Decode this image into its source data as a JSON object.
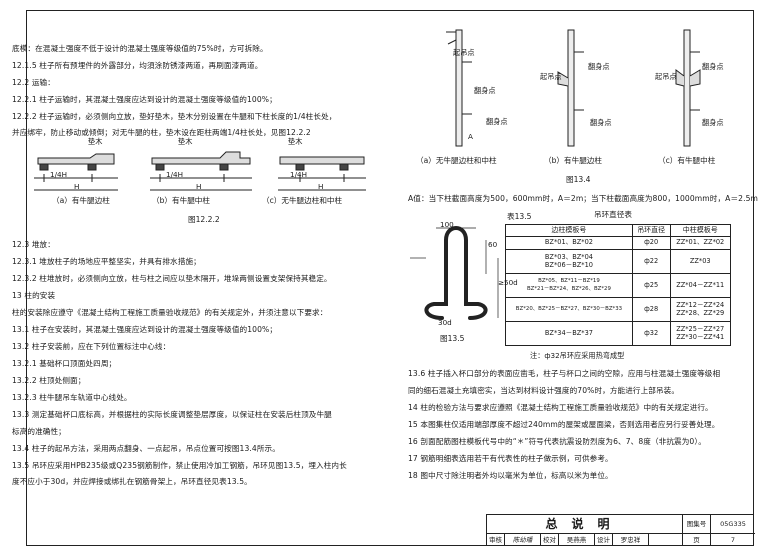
{
  "text_lines": {
    "l1": "底模：在混凝土强度不低于设计的混凝土强度等级值的75%时，方可拆除。",
    "l2": "12.1.5  柱子所有预埋件的外露部分，均須涂防锈漆两道，再刷面漆两道。",
    "l3": "12.2   运输：",
    "l4": "12.2.1  柱子运输时，其混凝土强度应达到设计的混凝土强度等级值的100%；",
    "l5": "12.2.2  柱子运输时，必须侧向立放，垫好垫木，垫木分别设置在牛腿和下柱长度的1/4柱长处，",
    "l6": "并应绑牢，防止移动或倾倒；对无牛腿的柱，垫木设在距柱两端1/4柱长处，见图12.2.2",
    "l7": "12.3   堆放：",
    "l8": "12.3.1  堆放柱子的场地应平整坚实，并具有排水措施；",
    "l9": "12.3.2  柱堆放时，必须侧向立放，柱与柱之间应以垫木隔开，堆垛两侧设置支架保持其稳定。",
    "l10": "13   柱的安装",
    "l11": "柱的安装除应遵守《混凝土结构工程施工质量验收规范》的有关规定外，并须注意以下要求：",
    "l12": "13.1  柱子在安装时，其混凝土强度应达到设计的混凝土强度等级值的100%；",
    "l13": "13.2  柱子安装前，应在下列位置标注中心线：",
    "l14": "13.2.1  基础杯口顶面处四周；",
    "l15": "13.2.2  柱顶处侧面；",
    "l16": "13.2.3  柱牛腿吊车轨道中心线处。",
    "l17": "13.3  测定基础杯口底标高，并根据柱的实际长度调整垫层厚度，以保证柱在安装后柱顶及牛腿",
    "l18": "标高的准确性；",
    "l19": "13.4  柱子的起吊方法，采用两点翻身、一点起吊，吊点位置可按图13.4所示。",
    "l20": "13.5  吊环应采用HPB235级或Q235钢筋制作，禁止使用冷加工钢筋，吊环见图13.5，埋入柱内长",
    "l21": "度不应小于30d，并应焊接或绑扎在钢筋骨架上，吊环直径见表13.5。",
    "r1": "A值：当下柱截面高度为500，600mm时，A＝2m；当下柱截面高度为800，1000mm时，A＝2.5m",
    "r2": "13.6  柱子插入杯口部分的表面应凿毛，柱子与杯口之间的空隙，应用与柱混凝土强度等级相",
    "r3": "同的细石混凝土充填密实，当达到材料设计强度的70%时，方能进行上部吊装。",
    "r4": "14   柱的检验方法与要求应遵照《混凝土结构工程施工质量验收规范》中的有关规定进行。",
    "r5": "15   本图集柱仅适用端部厚度不超过240mm的屋架或屋面梁，否则选用者应另行妥善处理。",
    "r6": "16   剖面配筋图柱模板代号中的“＊”符号代表抗震设防烈度为6、7、8度（非抗震为0）。",
    "r7": "17   钢筋明细表选用若干有代表性的柱子做示例，可供参考。",
    "r8": "18   图中尺寸除注明者外均以毫米为单位，标高以米为单位。"
  },
  "fig1222": {
    "caption": "图12.2.2",
    "pad_label": "垫木",
    "quarter": "1/4H",
    "length": "H",
    "sub_a": "（a）有牛腿边柱",
    "sub_b": "（b）有牛腿中柱",
    "sub_c": "（c）无牛腿边柱和中柱"
  },
  "fig134": {
    "caption": "图13.4",
    "lift": "起吊点",
    "turn": "翻身点",
    "dim": "A",
    "sub_a": "（a）无牛腿边柱和中柱",
    "sub_b": "（b）有牛腿边柱",
    "sub_c": "（c）有牛腿中柱"
  },
  "fig135": {
    "caption": "图13.5",
    "width": "100",
    "height": "60",
    "embed": "30d",
    "side": "≥50d"
  },
  "table135": {
    "label": "表13.5",
    "title": "吊环直径表",
    "headers": [
      "边柱模板号",
      "吊环直径",
      "中柱模板号"
    ],
    "rows": [
      [
        "BZ*01、BZ*02",
        "ф20",
        "ZZ*01、ZZ*02"
      ],
      [
        "BZ*03、BZ*04\nBZ*06－BZ*10",
        "ф22",
        "ZZ*03"
      ],
      [
        "BZ*05、BZ*11－BZ*19\nBZ*21－BZ*24、BZ*26、BZ*29",
        "ф25",
        "ZZ*04－ZZ*11"
      ],
      [
        "BZ*20、BZ*25－BZ*27、BZ*30－BZ*33",
        "ф28",
        "ZZ*12－ZZ*24\nZZ*28、ZZ*29"
      ],
      [
        "BZ*34－BZ*37",
        "ф32",
        "ZZ*25－ZZ*27\nZZ*30－ZZ*41"
      ]
    ],
    "note": "注：ф32吊环应采用热弯成型"
  },
  "title_block": {
    "title": "总说明",
    "atlas_label": "图集号",
    "atlas_no": "05G335",
    "review": "审核",
    "reviewer": "陈幼璠",
    "check": "校对",
    "checker": "吴燕燕",
    "design": "设计",
    "designer": "罗忠祥",
    "page_label": "页",
    "page_no": "7"
  }
}
